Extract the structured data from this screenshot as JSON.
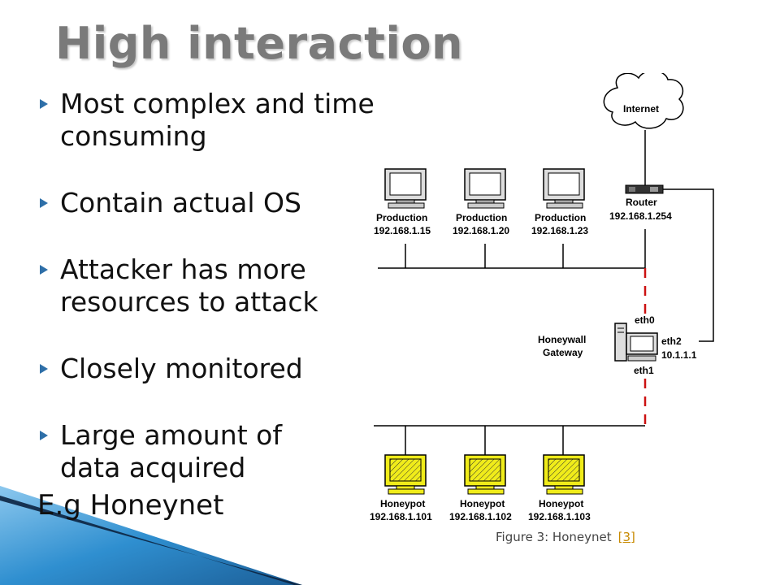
{
  "title": "High interaction",
  "bullets": [
    "Most complex and time consuming",
    "Contain actual OS",
    "Attacker has more\nresources to attack",
    "Closely monitored",
    "Large amount of\ndata acquired"
  ],
  "example": "E.g  Honeynet",
  "caption": {
    "text": "Figure 3: Honeynet",
    "ref": "[3]"
  },
  "diagram": {
    "internet": "Internet",
    "router": {
      "name": "Router",
      "ip": "192.168.1.254"
    },
    "production": [
      {
        "name": "Production",
        "ip": "192.168.1.15"
      },
      {
        "name": "Production",
        "ip": "192.168.1.20"
      },
      {
        "name": "Production",
        "ip": "192.168.1.23"
      }
    ],
    "gateway": {
      "name_line1": "Honeywall",
      "name_line2": "Gateway",
      "eth0": "eth0",
      "eth1": "eth1",
      "eth2": "eth2",
      "eth2_ip": "10.1.1.1"
    },
    "honeypots": [
      {
        "name": "Honeypot",
        "ip": "192.168.1.101"
      },
      {
        "name": "Honeypot",
        "ip": "192.168.1.102"
      },
      {
        "name": "Honeypot",
        "ip": "192.168.1.103"
      }
    ]
  },
  "colors": {
    "honeypot_fill": "#f0ec1a",
    "firewall_link": "#cc1111",
    "title": "#7a7a7a",
    "accent_blue": "#2f8fd0"
  }
}
